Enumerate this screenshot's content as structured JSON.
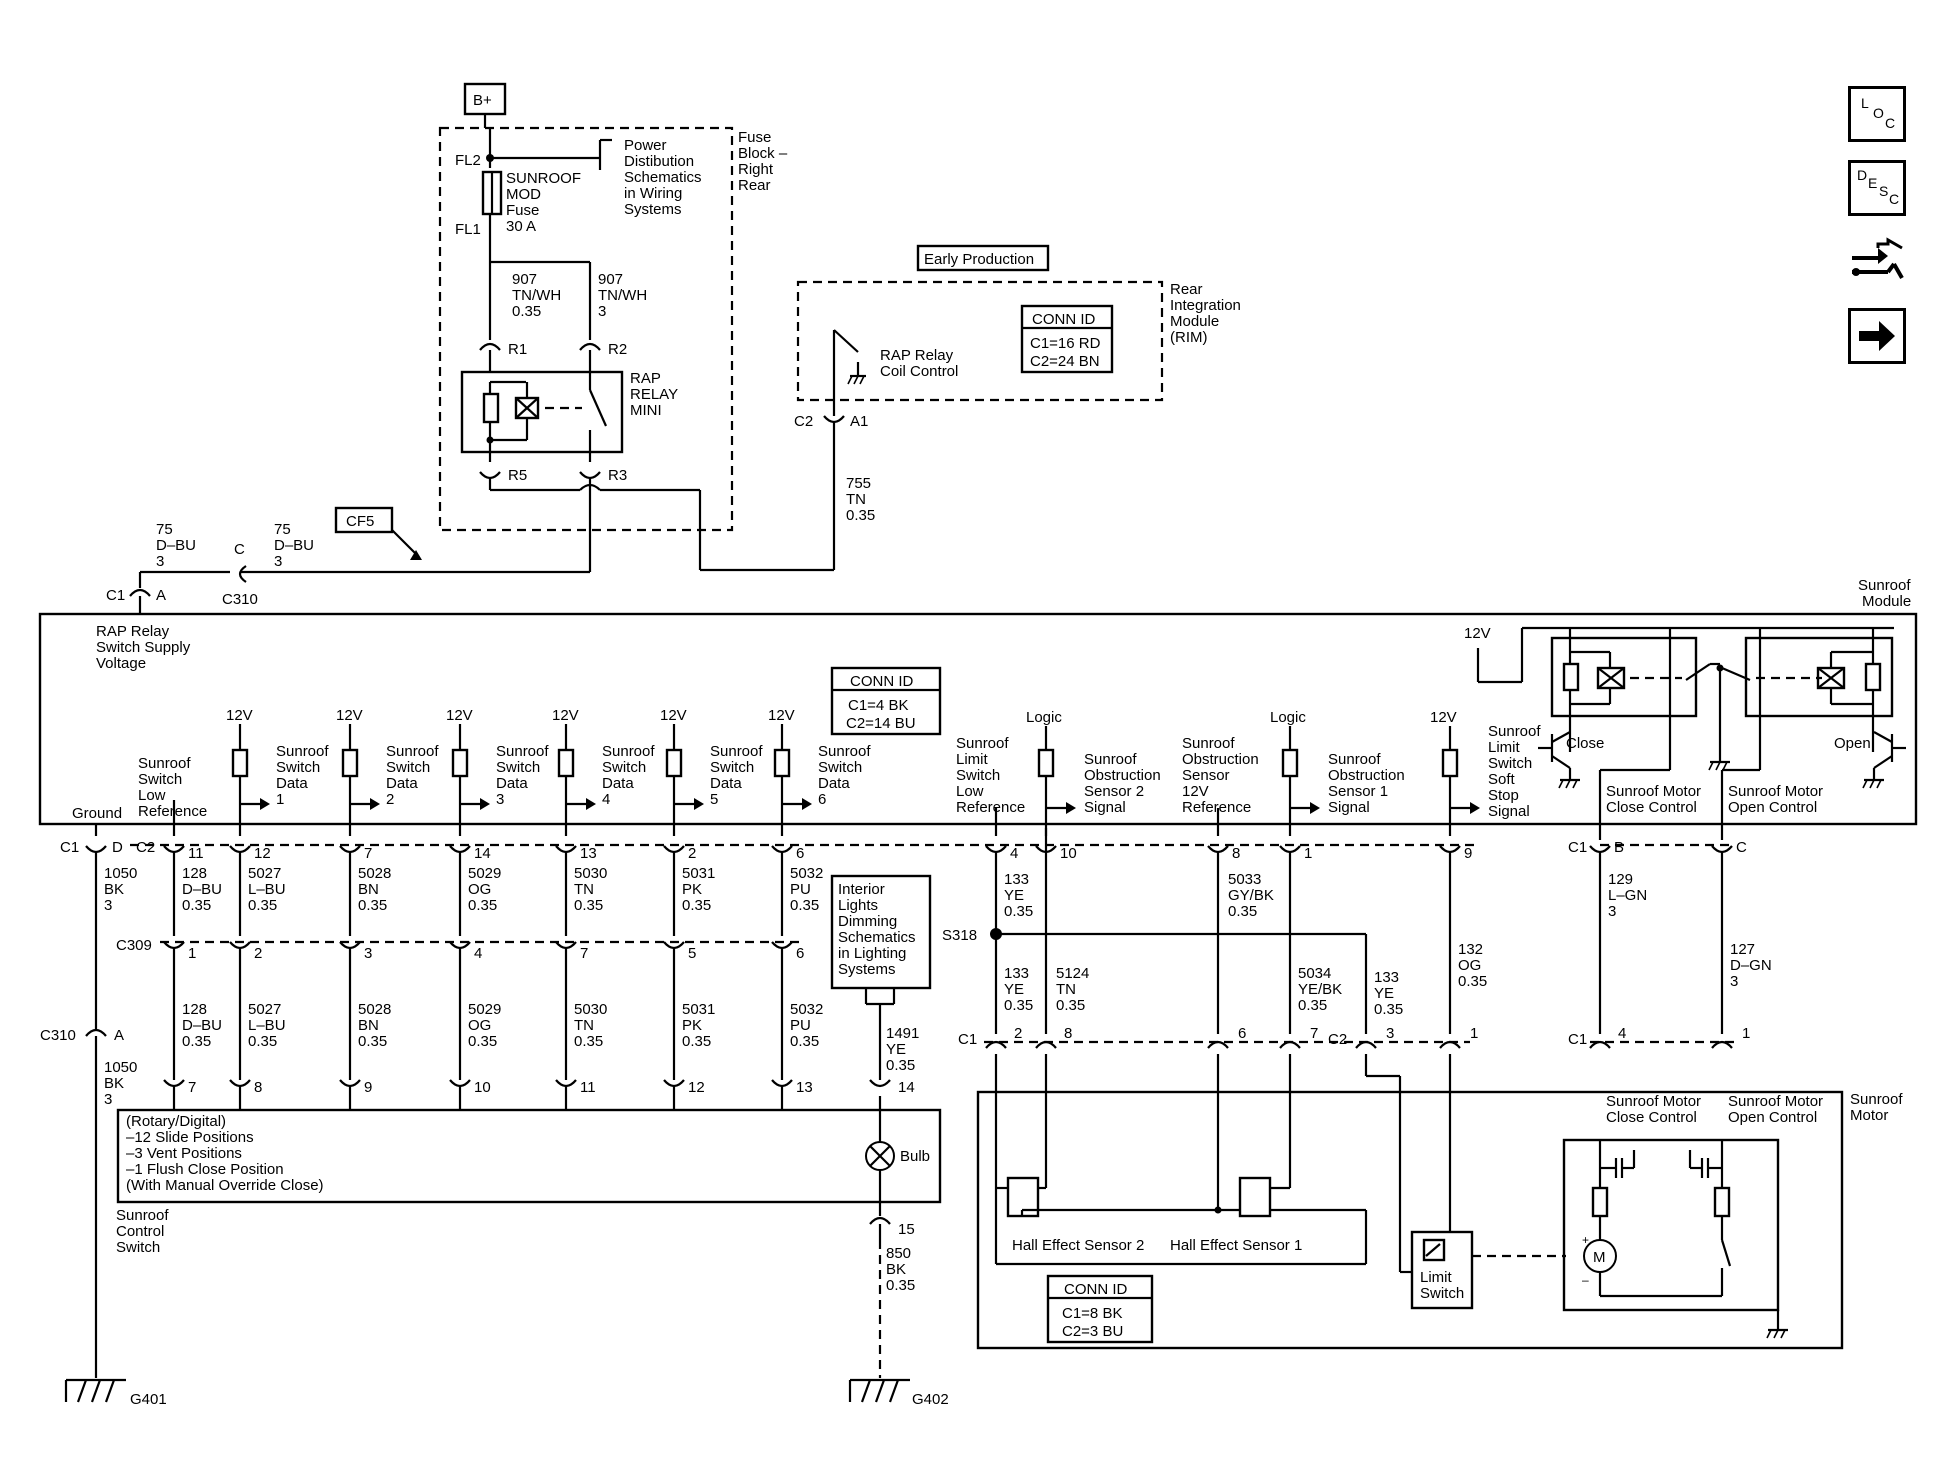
{
  "power": {
    "source": "B+",
    "fuse_block": [
      "Fuse",
      "Block –",
      "Right",
      "Rear"
    ],
    "fuse_terms": [
      "FL2",
      "FL1"
    ],
    "fuse_name": [
      "SUNROOF",
      "MOD",
      "Fuse",
      "30 A"
    ],
    "power_dist": [
      "Power",
      "Distibution",
      "Schematics",
      "in Wiring",
      "Systems"
    ]
  },
  "relay": {
    "name": [
      "RAP",
      "RELAY",
      "MINI"
    ],
    "terms": [
      "R1",
      "R2",
      "R5",
      "R3"
    ],
    "wire_a": [
      "907",
      "TN/WH",
      "0.35"
    ],
    "wire_b": [
      "907",
      "TN/WH",
      "3"
    ]
  },
  "rim": {
    "tag": "Early Production",
    "name": [
      "Rear",
      "Integration",
      "Module",
      "(RIM)"
    ],
    "coil": [
      "RAP Relay",
      "Coil Control"
    ],
    "conn_title": "CONN ID",
    "conn": [
      "C1=16 RD",
      "C2=24 BN"
    ],
    "pins": [
      "C2",
      "A1"
    ],
    "wire": [
      "755",
      "TN",
      "0.35"
    ]
  },
  "left_feed": {
    "wire1": [
      "75",
      "D–BU",
      "3"
    ],
    "wire2": [
      "75",
      "D–BU",
      "3"
    ],
    "c": "C",
    "c310": "C310",
    "c1": "C1",
    "a": "A",
    "cf5": "CF5"
  },
  "module": {
    "name": [
      "Sunroof",
      "Module"
    ],
    "rap_supply": [
      "RAP Relay",
      "Switch Supply",
      "Voltage"
    ],
    "conn_title": "CONN ID",
    "conn": [
      "C1=4 BK",
      "C2=14 BU"
    ],
    "v12": "12V",
    "logic": "Logic",
    "ground": "Ground",
    "sw_low_ref": [
      "Sunroof",
      "Switch",
      "Low",
      "Reference"
    ],
    "data_labels": [
      [
        "Sunroof",
        "Switch",
        "Data",
        "1"
      ],
      [
        "Sunroof",
        "Switch",
        "Data",
        "2"
      ],
      [
        "Sunroof",
        "Switch",
        "Data",
        "3"
      ],
      [
        "Sunroof",
        "Switch",
        "Data",
        "4"
      ],
      [
        "Sunroof",
        "Switch",
        "Data",
        "5"
      ],
      [
        "Sunroof",
        "Switch",
        "Data",
        "6"
      ]
    ],
    "limit_low": [
      "Sunroof",
      "Limit",
      "Switch",
      "Low",
      "Reference"
    ],
    "obs2": [
      "Sunroof",
      "Obstruction",
      "Sensor 2",
      "Signal"
    ],
    "obs12v": [
      "Sunroof",
      "Obstruction",
      "Sensor",
      "12V",
      "Reference"
    ],
    "obs1": [
      "Sunroof",
      "Obstruction",
      "Sensor 1",
      "Signal"
    ],
    "soft_stop": [
      "Sunroof",
      "Limit",
      "Switch",
      "Soft",
      "Stop",
      "Signal"
    ],
    "close": "Close",
    "open": "Open",
    "motor_close": [
      "Sunroof Motor",
      "Close Control"
    ],
    "motor_open": [
      "Sunroof Motor",
      "Open Control"
    ]
  },
  "pins_c2": [
    "C1",
    "D",
    "C2",
    "11",
    "12",
    "7",
    "14",
    "13",
    "2",
    "6",
    "4",
    "10",
    "8",
    "1",
    "9",
    "C1",
    "B",
    "C"
  ],
  "wires_top": [
    [
      "1050",
      "BK",
      "3"
    ],
    [
      "128",
      "D–BU",
      "0.35"
    ],
    [
      "5027",
      "L–BU",
      "0.35"
    ],
    [
      "5028",
      "BN",
      "0.35"
    ],
    [
      "5029",
      "OG",
      "0.35"
    ],
    [
      "5030",
      "TN",
      "0.35"
    ],
    [
      "5031",
      "PK",
      "0.35"
    ],
    [
      "5032",
      "PU",
      "0.35"
    ]
  ],
  "c309": {
    "label": "C309",
    "pins": [
      "1",
      "2",
      "3",
      "4",
      "7",
      "5",
      "6"
    ]
  },
  "wires_mid": [
    [
      "128",
      "D–BU",
      "0.35"
    ],
    [
      "5027",
      "L–BU",
      "0.35"
    ],
    [
      "5028",
      "BN",
      "0.35"
    ],
    [
      "5029",
      "OG",
      "0.35"
    ],
    [
      "5030",
      "TN",
      "0.35"
    ],
    [
      "5031",
      "PK",
      "0.35"
    ],
    [
      "5032",
      "PU",
      "0.35"
    ]
  ],
  "c310b": {
    "label": "C310",
    "a": "A",
    "wire": [
      "1050",
      "BK",
      "3"
    ]
  },
  "switch": {
    "pins": [
      "7",
      "8",
      "9",
      "10",
      "11",
      "12",
      "13",
      "14",
      "15"
    ],
    "desc": [
      "(Rotary/Digital)",
      "–12 Slide Positions",
      "–3 Vent Positions",
      "–1 Flush Close Position",
      "(With Manual Override Close)"
    ],
    "name": [
      "Sunroof",
      "Control",
      "Switch"
    ],
    "bulb": "Bulb"
  },
  "dimming": {
    "text": [
      "Interior",
      "Lights",
      "Dimming",
      "Schematics",
      "in Lighting",
      "Systems"
    ],
    "wire": [
      "1491",
      "YE",
      "0.35"
    ],
    "gnd_wire": [
      "850",
      "BK",
      "0.35"
    ]
  },
  "grounds": [
    "G401",
    "G402"
  ],
  "right_wires": {
    "w133a": [
      "133",
      "YE",
      "0.35"
    ],
    "w5033": [
      "5033",
      "GY/BK",
      "0.35"
    ],
    "s318": "S318",
    "w133b": [
      "133",
      "YE",
      "0.35"
    ],
    "w5124": [
      "5124",
      "TN",
      "0.35"
    ],
    "w5034": [
      "5034",
      "YE/BK",
      "0.35"
    ],
    "w133c": [
      "133",
      "YE",
      "0.35"
    ],
    "w132": [
      "132",
      "OG",
      "0.35"
    ],
    "w129": [
      "129",
      "L–GN",
      "3"
    ],
    "w127": [
      "127",
      "D–GN",
      "3"
    ]
  },
  "motor_pins": [
    "C1",
    "2",
    "8",
    "6",
    "7",
    "C2",
    "3",
    "1",
    "C1",
    "4",
    "1"
  ],
  "motor": {
    "name": [
      "Sunroof",
      "Motor"
    ],
    "hall2": "Hall Effect Sensor 2",
    "hall1": "Hall Effect Sensor 1",
    "limit": [
      "Limit",
      "Switch"
    ],
    "m": "M",
    "conn_title": "CONN ID",
    "conn": [
      "C1=8 BK",
      "C2=3 BU"
    ],
    "close": [
      "Sunroof Motor",
      "Close Control"
    ],
    "open": [
      "Sunroof Motor",
      "Open Control"
    ]
  },
  "nav": {
    "loc": [
      "L",
      "O",
      "C"
    ],
    "desc": [
      "D",
      "E",
      "S",
      "C"
    ]
  }
}
